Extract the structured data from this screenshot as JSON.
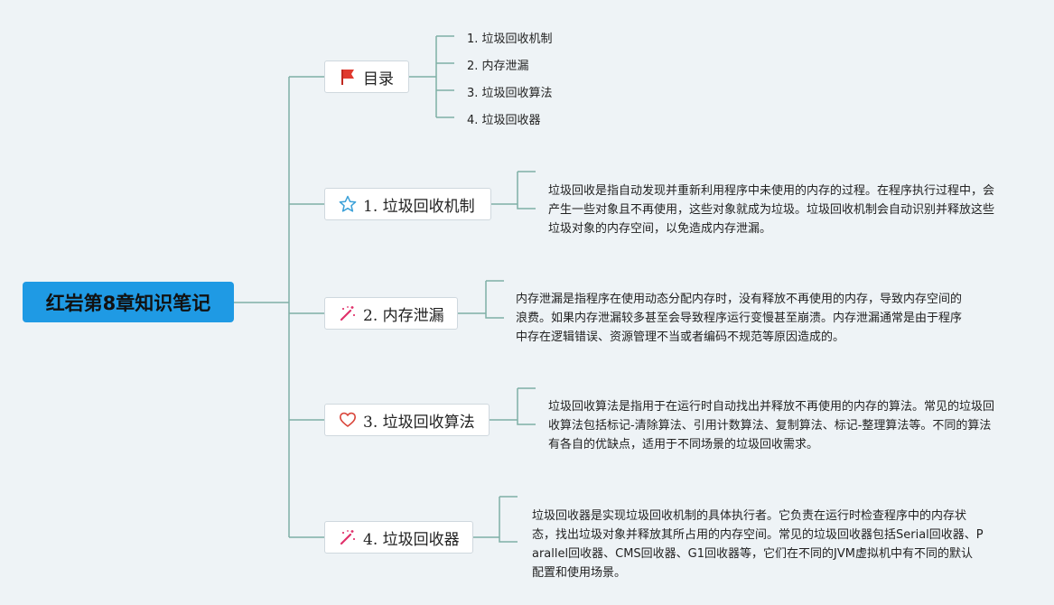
{
  "root": {
    "title": "红岩第8章知识笔记"
  },
  "toc": {
    "label": "目录",
    "items": [
      "1. 垃圾回收机制",
      "2. 内存泄漏",
      "3. 垃圾回收算法",
      "4. 垃圾回收器"
    ]
  },
  "topics": [
    {
      "label": "1. 垃圾回收机制",
      "icon": "star-icon",
      "desc": "垃圾回收是指自动发现并重新利用程序中未使用的内存的过程。在程序执行过程中，会产生一些对象且不再使用，这些对象就成为垃圾。垃圾回收机制会自动识别并释放这些垃圾对象的内存空间，以免造成内存泄漏。"
    },
    {
      "label": "2. 内存泄漏",
      "icon": "magic-wand-icon",
      "desc": "内存泄漏是指程序在使用动态分配内存时，没有释放不再使用的内存，导致内存空间的浪费。如果内存泄漏较多甚至会导致程序运行变慢甚至崩溃。内存泄漏通常是由于程序中存在逻辑错误、资源管理不当或者编码不规范等原因造成的。"
    },
    {
      "label": "3. 垃圾回收算法",
      "icon": "heart-icon",
      "desc": "垃圾回收算法是指用于在运行时自动找出并释放不再使用的内存的算法。常见的垃圾回收算法包括标记-清除算法、引用计数算法、复制算法、标记-整理算法等。不同的算法有各自的优缺点，适用于不同场景的垃圾回收需求。"
    },
    {
      "label": "4. 垃圾回收器",
      "icon": "magic-wand-icon",
      "desc": "垃圾回收器是实现垃圾回收机制的具体执行者。它负责在运行时检查程序中的内存状态，找出垃圾对象并释放其所占用的内存空间。常见的垃圾回收器包括Serial回收器、Parallel回收器、CMS回收器、G1回收器等，它们在不同的JVM虚拟机中有不同的默认配置和使用场景。"
    }
  ],
  "colors": {
    "root": "#1f9ae4",
    "line": "#6fa89b",
    "flag": "#e03a2f",
    "star": "#3aa0d8",
    "heart": "#d9453a",
    "wand": "#e0306a"
  }
}
